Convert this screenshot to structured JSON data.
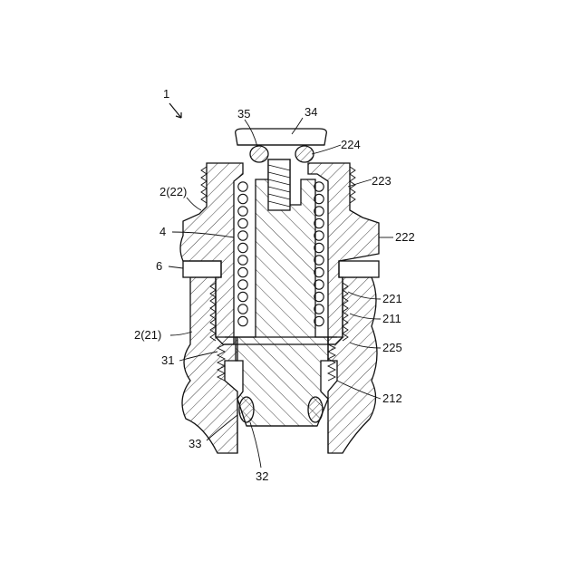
{
  "figure": {
    "ref_numeral": "1",
    "labels": {
      "l34": "34",
      "l35": "35",
      "l224": "224",
      "l223": "223",
      "l2_22": "2(22)",
      "l4": "4",
      "l222": "222",
      "l6": "6",
      "l221": "221",
      "l211": "211",
      "l2_21": "2(21)",
      "l225": "225",
      "l31": "31",
      "l212": "212",
      "l33": "33",
      "l32": "32"
    }
  },
  "colors": {
    "ink": "#111111",
    "paper": "#ffffff"
  }
}
